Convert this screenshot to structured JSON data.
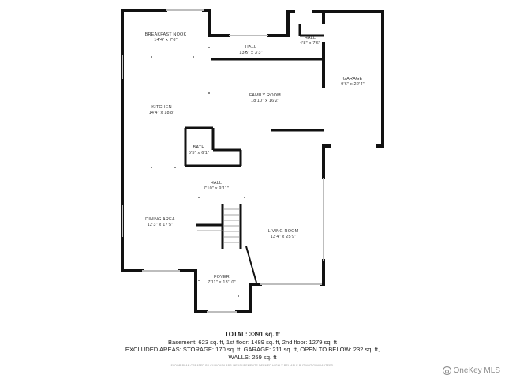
{
  "rooms": {
    "breakfast_nook": {
      "name": "BREAKFAST NOOK",
      "dims": "14'4\" x 7'6\""
    },
    "hall_top": {
      "name": "HALL",
      "dims": "13'6\" x 3'3\""
    },
    "hall_right": {
      "name": "HALL",
      "dims": "4'8\" x 7'6\""
    },
    "garage": {
      "name": "GARAGE",
      "dims": "9'6\" x 22'4\""
    },
    "kitchen": {
      "name": "KITCHEN",
      "dims": "14'4\" x 18'8\""
    },
    "family_room": {
      "name": "FAMILY ROOM",
      "dims": "18'10\" x 16'2\""
    },
    "bath": {
      "name": "BATH",
      "dims": "5'5\" x 6'1\""
    },
    "hall_center": {
      "name": "HALL",
      "dims": "7'10\" x 9'11\""
    },
    "dining_area": {
      "name": "DINING AREA",
      "dims": "12'3\" x 17'5\""
    },
    "living_room": {
      "name": "LIVING ROOM",
      "dims": "13'4\" x 25'9\""
    },
    "foyer": {
      "name": "FOYER",
      "dims": "7'11\" x 13'10\""
    }
  },
  "totals": {
    "total": "TOTAL: 3391 sq. ft",
    "line1": "Basement: 623 sq. ft, 1st floor: 1489 sq. ft, 2nd floor: 1279 sq. ft",
    "line2": "EXCLUDED AREAS: STORAGE: 170 sq. ft, GARAGE: 211 sq. ft, OPEN TO BELOW: 232 sq. ft,",
    "line3": "WALLS: 259 sq. ft"
  },
  "disclaimer": "FLOOR PLAN CREATED BY CUBICASA APP. MEASUREMENTS DEEMED HIGHLY RELIABLE BUT NOT GUARANTEED.",
  "watermark": {
    "text": "OneKey MLS",
    "icon": "onekey-logo-icon"
  },
  "colors": {
    "wall": "#111111",
    "window": "#bdbdbd",
    "text": "#333333",
    "watermark": "#8a8a8a"
  }
}
